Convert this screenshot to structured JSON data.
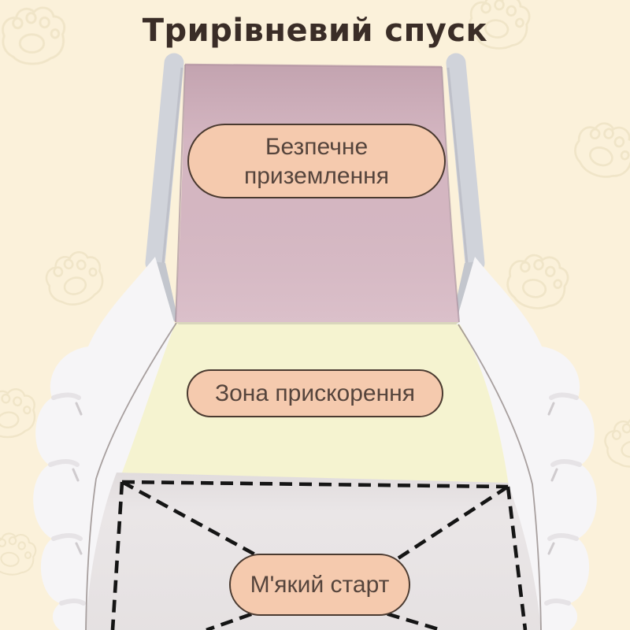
{
  "title": "Трирівневий спуск",
  "labels": {
    "landing_line1": "Безпечне",
    "landing_line2": "приземлення",
    "acceleration": "Зона прискорення",
    "start": "М'який старт"
  },
  "icons": {
    "decor": "paw-print-icon"
  },
  "colors": {
    "background": "#FBF1DA",
    "title_text": "#3A2D27",
    "pill_fill": "#F5CAAE",
    "pill_border": "#4A3A30",
    "pill_text": "#55443C",
    "zone_landing": "#D7B9C4",
    "zone_acceleration": "#F5F3D0",
    "zone_start": "#EAE6E7",
    "zone_bevel": "#D9D6BC",
    "rail": "#D0D3DA",
    "rail_edge": "#B9BCC4",
    "rail_face": "#C3C6CD",
    "wall": "#F6F5F7",
    "wall_shade": "#DFDBDE",
    "crease": "#8C8280",
    "dash_line": "#151515",
    "paw_outline": "#E8DBBA"
  }
}
